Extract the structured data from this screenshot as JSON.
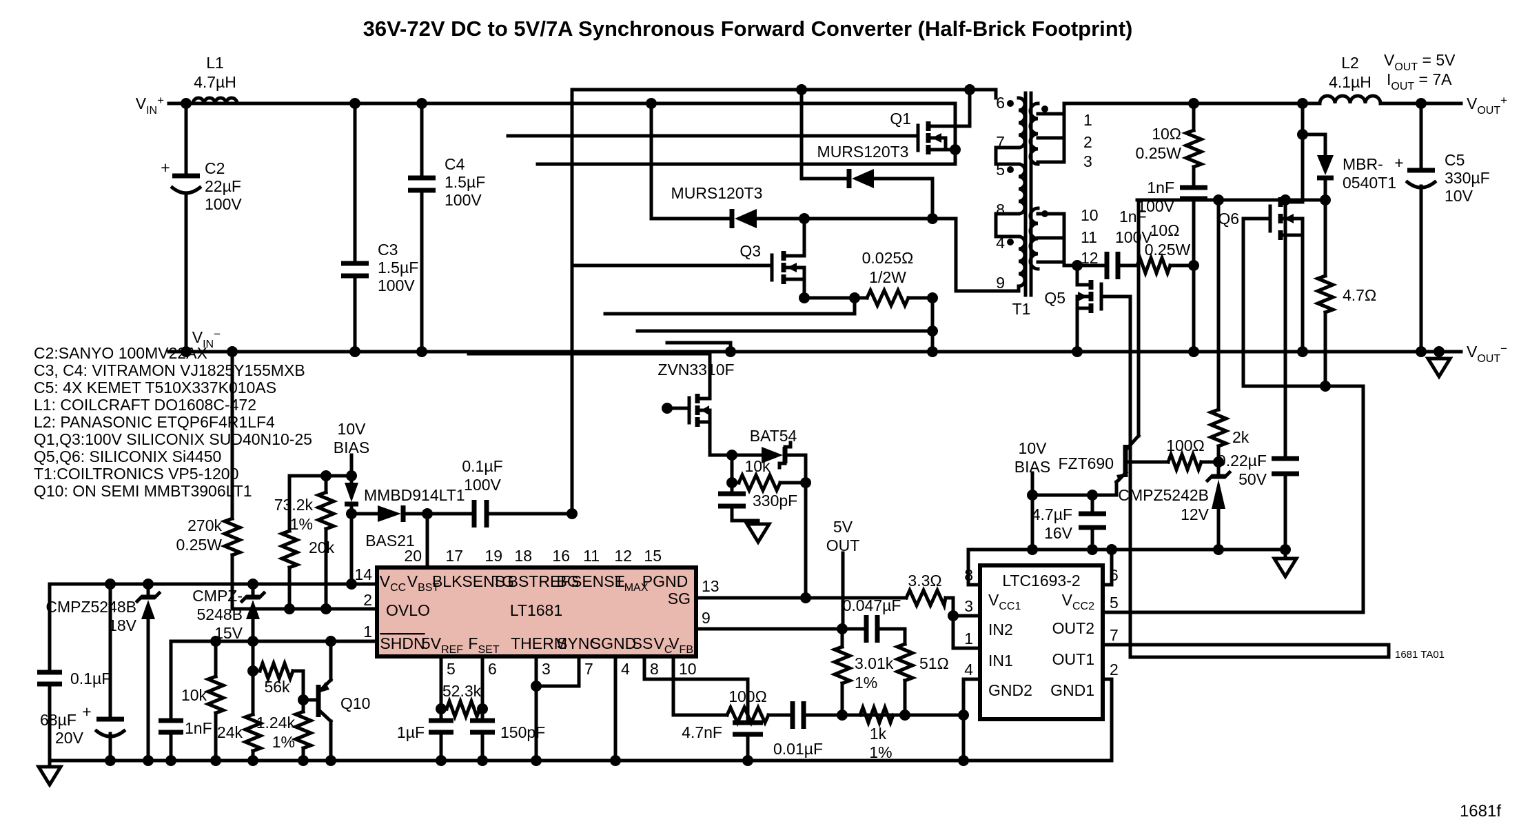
{
  "title": "36V-72V DC to 5V/7A Synchronous Forward Converter (Half-Brick Footprint)",
  "fig_tag": "1681 TA01",
  "footer": "1681f",
  "colors": {
    "ic_fill": "#e9b8af",
    "wire": "#000000",
    "bg": "#ffffff"
  },
  "ports": {
    "vin": {
      "v": "V",
      "s": "IN",
      "p": "+"
    },
    "vinm": {
      "v": "V",
      "s": "IN",
      "p": "−"
    },
    "vout": {
      "v": "V",
      "s": "OUT",
      "p": "+"
    },
    "voutm": {
      "v": "V",
      "s": "OUT",
      "p": "−"
    },
    "vout_eq": {
      "v": "V",
      "s": "OUT",
      "t": " = 5V"
    },
    "iout_eq": {
      "v": "I",
      "s": "OUT",
      "t": " = 7A"
    },
    "out5": {
      "a": "5V",
      "b": "OUT"
    },
    "bias_l": {
      "a": "10V",
      "b": "BIAS"
    },
    "bias_r": {
      "a": "10V",
      "b": "BIAS"
    }
  },
  "notes": [
    "C2:SANYO 100MV22AX",
    "C3, C4: VITRAMON VJ1825Y155MXB",
    "C5: 4X KEMET T510X337K010AS",
    "L1: COILCRAFT DO1608C-472",
    "L2: PANASONIC ETQP6F4R1LF4",
    "Q1,Q3:100V SILICONIX SUD40N10-25",
    "Q5,Q6: SILICONIX Si4450",
    "T1:COILTRONICS VP5-1200",
    "Q10: ON SEMI MMBT3906LT1"
  ],
  "parts": {
    "plus": "+",
    "l1": [
      "L1",
      "4.7µH"
    ],
    "l2": [
      "L2",
      "4.1µH"
    ],
    "c2": [
      "C2",
      "22µF",
      "100V"
    ],
    "c3": [
      "C3",
      "1.5µF",
      "100V"
    ],
    "c4": [
      "C4",
      "1.5µF",
      "100V"
    ],
    "c5": [
      "C5",
      "330µF",
      "10V"
    ],
    "q1": "Q1",
    "q3": "Q3",
    "q5": "Q5",
    "q6": "Q6",
    "q10": "Q10",
    "murs1": "MURS120T3",
    "murs2": "MURS120T3",
    "rsense": [
      "0.025Ω",
      "1/2W"
    ],
    "r10a": [
      "10Ω",
      "0.25W"
    ],
    "c1na": [
      "1nF",
      "100V"
    ],
    "c1nb": [
      "1nF",
      "100V"
    ],
    "r10b": [
      "10Ω",
      "0.25W"
    ],
    "mbr": [
      "MBR-",
      "0540T1"
    ],
    "r47": "4.7Ω",
    "mmbd": "MMBD914LT1",
    "bas21": "BAS21",
    "c01a": [
      "0.1µF",
      "100V"
    ],
    "r732": [
      "73.2k",
      "1%"
    ],
    "r270": [
      "270k",
      "0.25W"
    ],
    "r20k": "20k",
    "zvn": "ZVN3310F",
    "bat54": "BAT54",
    "r10kd": "10k",
    "c330": "330pF",
    "z18": [
      "CMPZ5248B",
      "18V"
    ],
    "z15": [
      "CMPZ-",
      "5248B",
      "15V"
    ],
    "c01b": "0.1µF",
    "c68": [
      "68µF",
      "20V"
    ],
    "r10k": "10k",
    "c1n": "1nF",
    "r24k": "24k",
    "r56k": "56k",
    "r124": [
      "1.24k",
      "1%"
    ],
    "c1u": "1µF",
    "r523": "52.3k",
    "c150": "150pF",
    "c47n": "4.7nF",
    "r100b": "100Ω",
    "c001": "0.01µF",
    "r33": "3.3Ω",
    "c047": "0.047µF",
    "r301": [
      "3.01k",
      "1%"
    ],
    "r51": "51Ω",
    "r1k": [
      "1k",
      "1%"
    ],
    "fzt": "FZT690",
    "z12": [
      "CMPZ5242B",
      "12V"
    ],
    "c47u": [
      "4.7µF",
      "16V"
    ],
    "r100r": "100Ω",
    "r2k": "2k",
    "c022": [
      "0.22µF",
      "50V"
    ],
    "t1": "T1"
  },
  "t1_pins": {
    "prim": [
      "6",
      "7",
      "5",
      "8",
      "4",
      "9"
    ],
    "sec_top": [
      "1",
      "2",
      "3"
    ],
    "sec_bot": [
      "10",
      "11",
      "12"
    ]
  },
  "lt1681": {
    "name": "LT1681",
    "pin_top": [
      "20",
      "17",
      "19",
      "18",
      "16",
      "11",
      "12",
      "15"
    ],
    "pin_bot": [
      "5",
      "6",
      "3",
      "7",
      "4",
      "8",
      "10"
    ],
    "pin_left": [
      "14",
      "2",
      "1"
    ],
    "pin_sg": "13",
    "pin_vfb": "9",
    "sig": {
      "vcc": {
        "b": "V",
        "s": "CC"
      },
      "vbst": {
        "b": "V",
        "s": "BST"
      },
      "blksens": "BLKSENS",
      "tg": "TG",
      "bstref": "BSTREF",
      "bg": "BG",
      "sense": "SENSE",
      "tmax": {
        "b": "T",
        "s": "MAX"
      },
      "pgnd": "PGND",
      "sg": "SG",
      "ovlo": "OVLO",
      "shdn": "SHDN",
      "vref": {
        "b": "5V",
        "s": "REF"
      },
      "fset": {
        "b": "F",
        "s": "SET"
      },
      "therm": "THERM",
      "sync": "SYNC",
      "sgnd": "SGND",
      "ss": "SS",
      "vc": {
        "b": "V",
        "s": "C"
      },
      "vfb": {
        "b": "V",
        "s": "FB"
      }
    }
  },
  "ltc1693": {
    "name": "LTC1693-2",
    "vcc1": {
      "b": "V",
      "s": "CC1"
    },
    "vcc2": {
      "b": "V",
      "s": "CC2"
    },
    "in2": "IN2",
    "in1": "IN1",
    "out2": "OUT2",
    "out1": "OUT1",
    "gnd2": "GND2",
    "gnd1": "GND1",
    "pins": {
      "p8": "8",
      "p3": "3",
      "p1": "1",
      "p4": "4",
      "p6": "6",
      "p5": "5",
      "p7": "7",
      "p2": "2"
    }
  }
}
